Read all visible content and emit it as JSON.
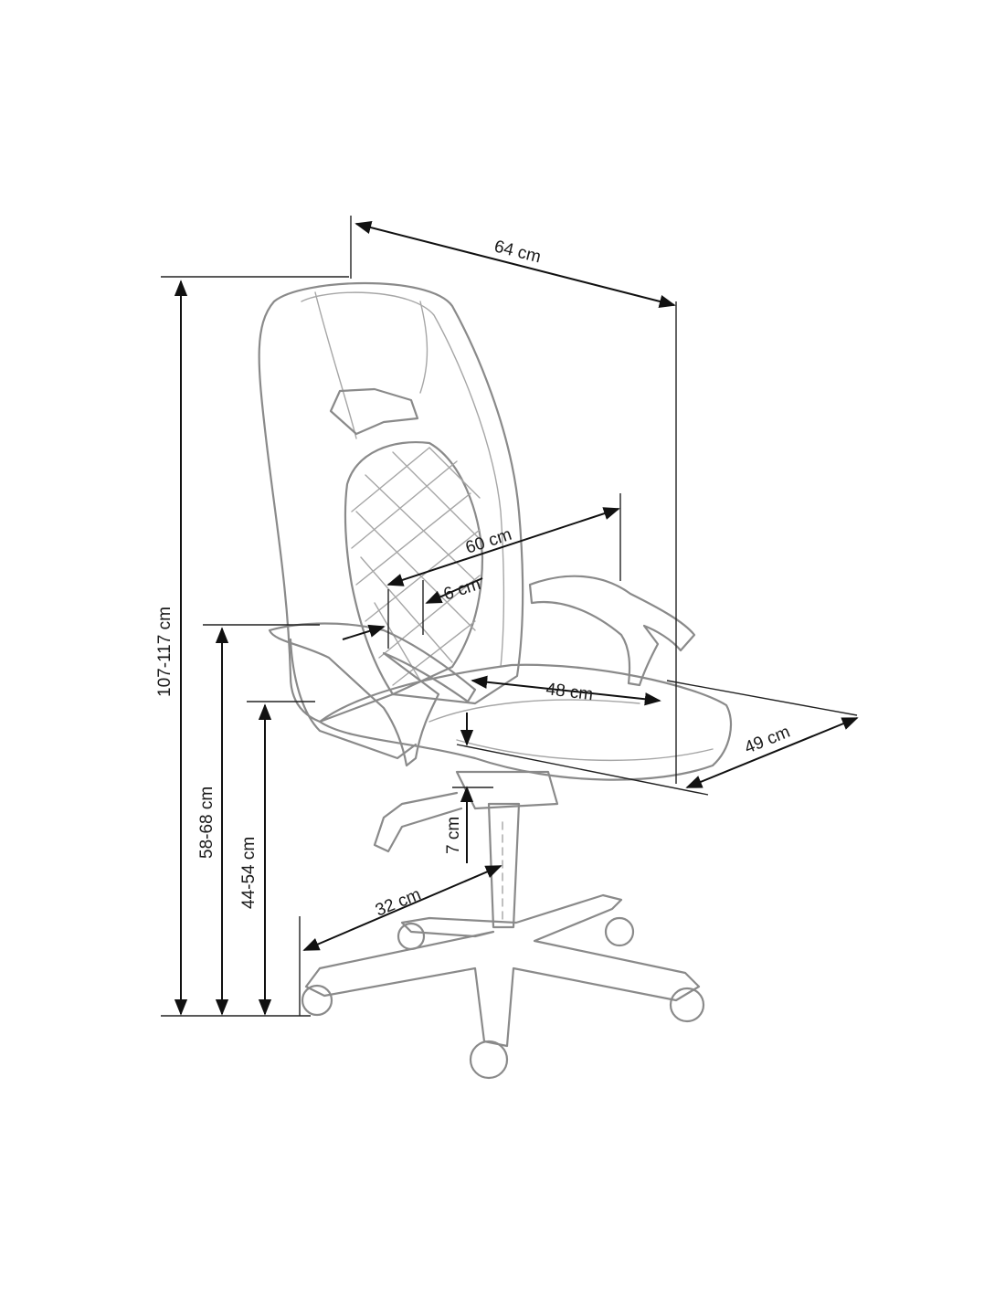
{
  "dimensions": {
    "width_top": "64 cm",
    "total_height": "107-117 cm",
    "armrest_height": "58-68 cm",
    "seat_height": "44-54 cm",
    "backrest_width": "60 cm",
    "backrest_thickness": "6 cm",
    "seat_width": "48 cm",
    "seat_depth": "49 cm",
    "seat_adjustment": "7 cm",
    "base_radius": "32 cm"
  },
  "colors": {
    "sketch": "#8a8a8a",
    "dimension_line": "#111111",
    "background": "#ffffff"
  }
}
